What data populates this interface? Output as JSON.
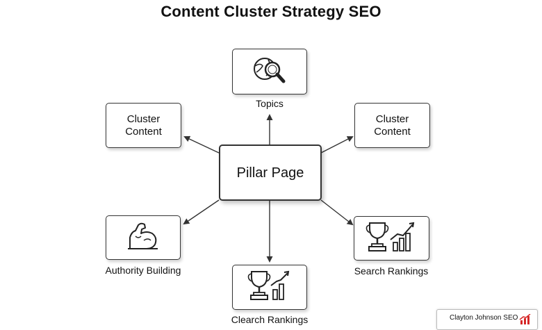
{
  "title": "Content Cluster Strategy SEO",
  "center": {
    "label": "Pillar Page"
  },
  "nodes": {
    "topics": {
      "caption": "Topics",
      "icon": "globe-magnifier-icon"
    },
    "cluster_left": {
      "label_line1": "Cluster",
      "label_line2": "Content"
    },
    "cluster_right": {
      "label_line1": "Cluster",
      "label_line2": "Content"
    },
    "authority": {
      "caption": "Authority Building",
      "icon": "flexed-arm-icon"
    },
    "search_rankings": {
      "caption": "Search Rankings",
      "icon": "trophy-chart-icon"
    },
    "clearch_rankings": {
      "caption": "Clearch Rankings",
      "icon": "trophy-chart-icon"
    }
  },
  "watermark": {
    "text": "Clayton Johnson SEO",
    "icon": "chart-logo-icon"
  },
  "colors": {
    "stroke": "#333333",
    "accent": "#d62828"
  }
}
